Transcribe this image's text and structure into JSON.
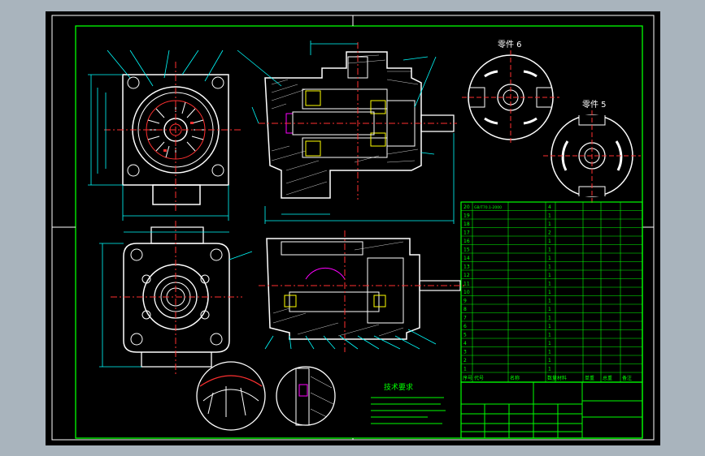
{
  "window": {
    "title": ""
  },
  "views": {
    "part6_label": "零件 6",
    "part5_label": "零件 5",
    "tech_title": "技术要求"
  },
  "table": {
    "header": [
      "序号",
      "代号",
      "名称",
      "数量",
      "材料",
      "单重",
      "总重",
      "备注"
    ],
    "rows": [
      {
        "no": "20",
        "code": "GB/T70.1-2000",
        "name": "",
        "qty": "4"
      },
      {
        "no": "19",
        "code": "",
        "name": "",
        "qty": "1"
      },
      {
        "no": "18",
        "code": "",
        "name": "",
        "qty": "1"
      },
      {
        "no": "17",
        "code": "",
        "name": "",
        "qty": "2"
      },
      {
        "no": "16",
        "code": "",
        "name": "",
        "qty": "1"
      },
      {
        "no": "15",
        "code": "",
        "name": "",
        "qty": "1"
      },
      {
        "no": "14",
        "code": "",
        "name": "",
        "qty": "1"
      },
      {
        "no": "13",
        "code": "",
        "name": "",
        "qty": "1"
      },
      {
        "no": "12",
        "code": "",
        "name": "",
        "qty": "1"
      },
      {
        "no": "11",
        "code": "",
        "name": "",
        "qty": "1"
      },
      {
        "no": "10",
        "code": "",
        "name": "",
        "qty": "1"
      },
      {
        "no": "9",
        "code": "",
        "name": "",
        "qty": "1"
      },
      {
        "no": "8",
        "code": "",
        "name": "",
        "qty": "1"
      },
      {
        "no": "7",
        "code": "",
        "name": "",
        "qty": "1"
      },
      {
        "no": "6",
        "code": "",
        "name": "",
        "qty": "1"
      },
      {
        "no": "5",
        "code": "",
        "name": "",
        "qty": "1"
      },
      {
        "no": "4",
        "code": "",
        "name": "",
        "qty": "1"
      },
      {
        "no": "3",
        "code": "",
        "name": "",
        "qty": "1"
      },
      {
        "no": "2",
        "code": "",
        "name": "",
        "qty": "1"
      },
      {
        "no": "1",
        "code": "",
        "name": "",
        "qty": "1"
      }
    ]
  },
  "colors": {
    "line_white": "#ffffff",
    "line_green": "#00ff00",
    "line_cyan": "#00ffff",
    "line_red": "#ff3030",
    "line_yellow": "#ffff00",
    "line_magenta": "#ff00ff",
    "line_blue": "#4060ff"
  }
}
